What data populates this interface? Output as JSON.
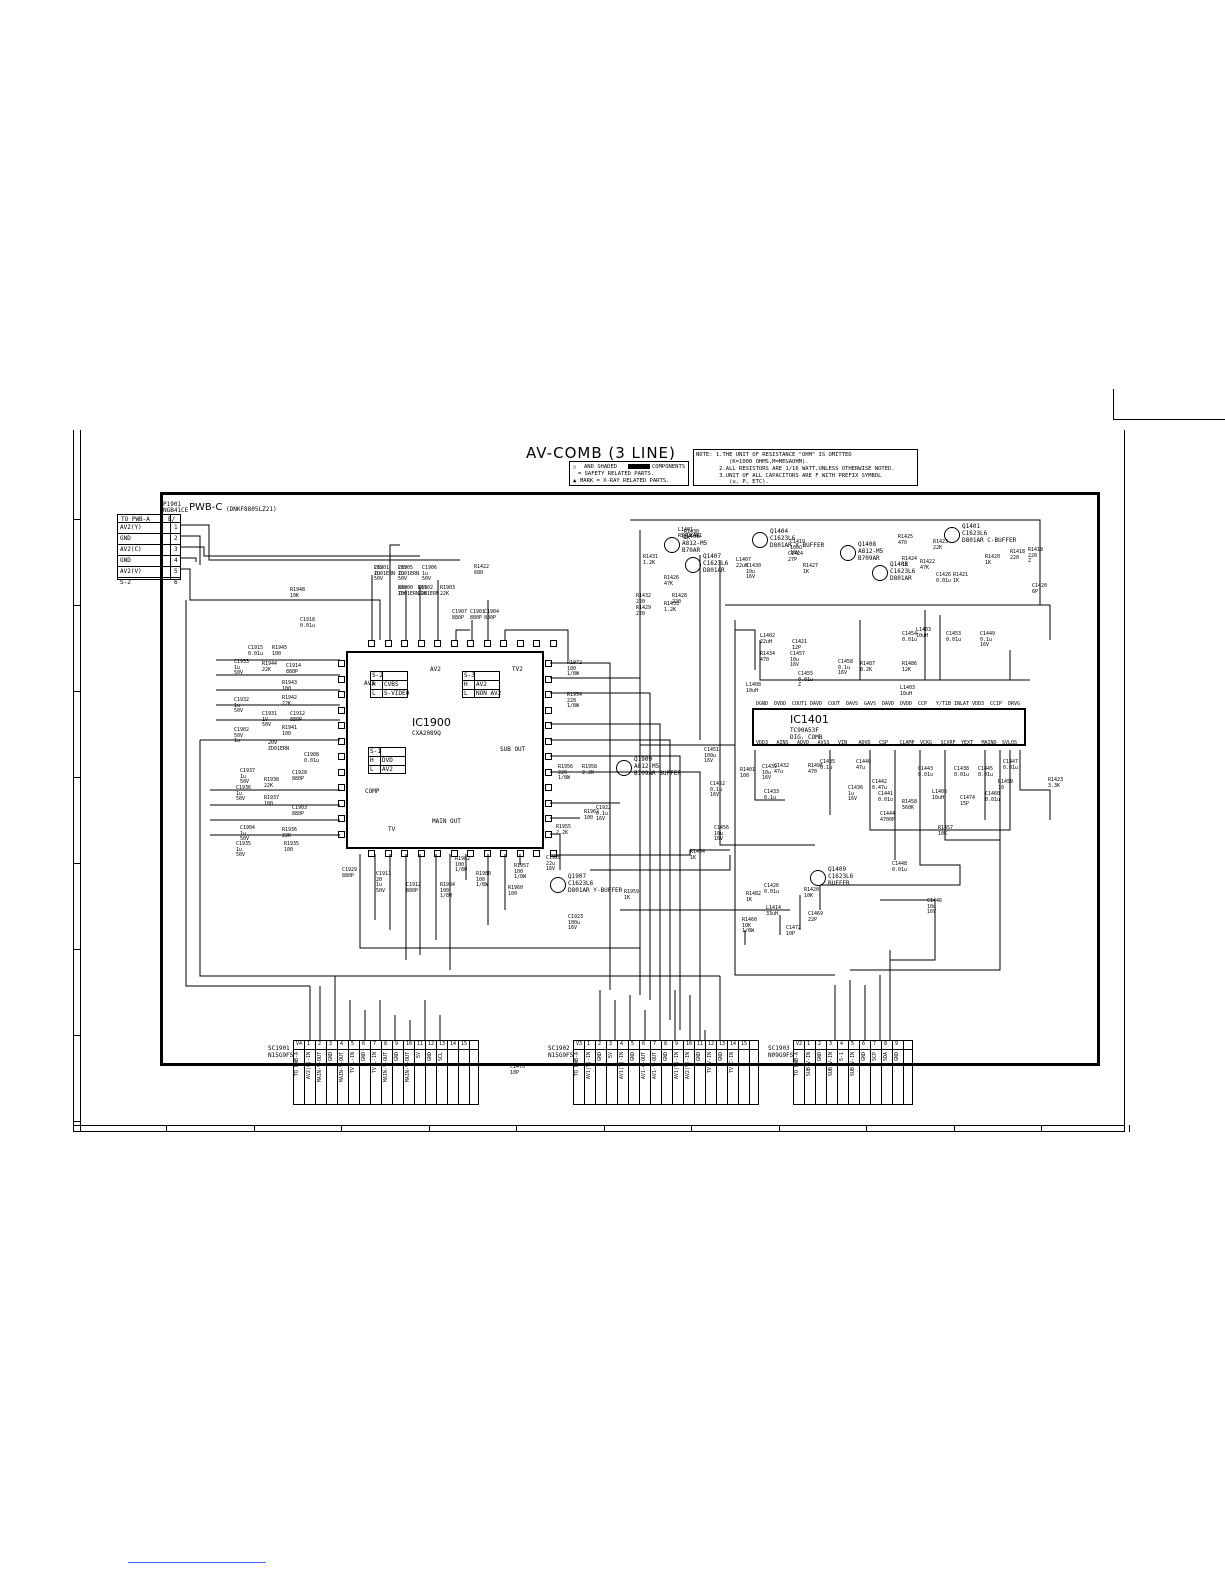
{
  "title": "AV-COMB (3 LINE)",
  "board": {
    "name": "PWB-C",
    "code": "(DNKF8805LZ21)"
  },
  "notes": {
    "lines": [
      "NOTE: 1.THE UNIT OF RESISTANCE \"OHM\" IS OMITTED",
      "          (K=1000 OHMS,M=MEGAOHM).",
      "       2.ALL RESISTORS ARE 1/16 WATT,UNLESS OTHERWISE NOTED.",
      "       3.UNIT OF ALL CAPACITORS ARE F WITH PREFIX SYMBOL",
      "          (u, P, ETC)."
    ]
  },
  "safety_notes": {
    "line1": "AND SHADED",
    "line1b": "COMPONENTS",
    "line2": "= SAFETY RELATED PARTS.",
    "line3": "MARK = X-RAY RELATED PARTS."
  },
  "connector_top": {
    "header": "TO PWB-A",
    "ref": "P1901",
    "part": "NGB41CE",
    "col2": "E/",
    "pins": [
      {
        "name": "AV2(Y)",
        "num": "1"
      },
      {
        "name": "GND",
        "num": "2"
      },
      {
        "name": "AV2(C)",
        "num": "3"
      },
      {
        "name": "GND",
        "num": "4"
      },
      {
        "name": "AV2(V)",
        "num": "5"
      },
      {
        "name": "S-2",
        "num": "6"
      }
    ]
  },
  "ic1900": {
    "ref": "IC1900",
    "part": "CXA2089Q",
    "labels": [
      "AV1",
      "AV2",
      "S-2",
      "S-3",
      "TV2",
      "SUB OUT",
      "COMP",
      "MAIN OUT",
      "TV",
      "S-1"
    ],
    "table1": [
      [
        "S-2",
        ""
      ],
      [
        "H",
        "CVBS"
      ],
      [
        "L",
        "S-VIDEO"
      ]
    ],
    "table2": [
      [
        "S-3",
        ""
      ],
      [
        "H",
        "AV2"
      ],
      [
        "L",
        "NON AV2"
      ]
    ],
    "table3": [
      [
        "S-1",
        ""
      ],
      [
        "H",
        "DVD"
      ],
      [
        "L",
        "AV2"
      ]
    ]
  },
  "ic1401": {
    "ref": "IC1401",
    "part": "TC90A53F",
    "desc": "DIG. COMB",
    "top_pins": [
      "DGND",
      "DVDD",
      "COUT1",
      "DAVD",
      "COUT",
      "DAVS",
      "GAVS",
      "DAVD",
      "DVDD",
      "CCP",
      "Y/T1B",
      "INLAT",
      "VDD3",
      "CCIP",
      "DRVG"
    ],
    "bottom_pins": [
      "VDD3",
      "AINS",
      "ADVD",
      "AVSS",
      "VIN",
      "ADVD",
      "CSP",
      "CLAMP",
      "VCKG",
      "SCVRF",
      "YEXT",
      "MAIND",
      "SVLOS"
    ]
  },
  "transistors": [
    {
      "ref": "Q1406",
      "part": "A812-M5",
      "desc": "B70AR"
    },
    {
      "ref": "Q1407",
      "part": "C1623L6",
      "desc": "D801AR"
    },
    {
      "ref": "Q1404",
      "part": "C1623L6",
      "desc": "D801AR Y-BUFFER"
    },
    {
      "ref": "Q1408",
      "part": "A812-M5",
      "desc": "B709AR"
    },
    {
      "ref": "Q1405",
      "part": "C1623L6",
      "desc": "D801AR"
    },
    {
      "ref": "Q1401",
      "part": "C1623L6",
      "desc": "D801AR C-BUFFER"
    },
    {
      "ref": "Q1909",
      "part": "A812-M5",
      "desc": "B709AR BUFFER"
    },
    {
      "ref": "Q1907",
      "part": "C1623L6",
      "desc": "D801AR Y-BUFFER"
    },
    {
      "ref": "Q1409",
      "part": "C1623L6",
      "desc": "BUFFER"
    }
  ],
  "connectors_bottom": [
    {
      "ref": "SC1901",
      "part": "N15G9FS",
      "header": "TO PWB-A",
      "pins": [
        "V4",
        "1",
        "2",
        "3",
        "4",
        "5",
        "6",
        "7",
        "8",
        "9",
        "10",
        "11",
        "12",
        "13",
        "14",
        "15"
      ],
      "labels": [
        "AV2(C)-IN",
        "MAIN-V-OUT",
        "GND",
        "MAIN-V-OUT",
        "TV-L-IN",
        "GND",
        "TV-L-IN",
        "MAIN-V-OUT",
        "GND",
        "MAIN-V-OUT",
        "5V",
        "GND",
        "SCL"
      ]
    },
    {
      "ref": "SC1902",
      "part": "N15G9FS",
      "header": "TO PWB-A",
      "pins": [
        "V3",
        "1",
        "2",
        "3",
        "4",
        "5",
        "6",
        "7",
        "8",
        "9",
        "10",
        "11",
        "12",
        "13",
        "14",
        "15"
      ],
      "labels": [
        "AV1(V)-IN",
        "GND",
        "5V",
        "AV1(Y)-IN",
        "GND",
        "AV1-C-OUT",
        "AV1-Y-OUT",
        "GND",
        "AV1(V)-IN",
        "AV2(V)-IN",
        "GND",
        "TV-V-IN",
        "GND",
        "TV-C-IN"
      ]
    },
    {
      "ref": "SC1903",
      "part": "N09G9FS",
      "header": "TO PWB-A",
      "pins": [
        "V2",
        "1",
        "2",
        "3",
        "4",
        "5",
        "6",
        "7",
        "8",
        "9"
      ],
      "labels": [
        "SUB-V-IN",
        "GND",
        "SUB-V-IN",
        "S-1",
        "SUB-V-IN",
        "GND",
        "SCP",
        "SDA",
        "GND"
      ]
    }
  ],
  "components_text": [
    "C1901 1u 50V",
    "R1900 100",
    "C1905 1u 50V",
    "R1902 22K",
    "C1906 1u 50V",
    "R1903 22K",
    "C1907 880P",
    "C1901 880P",
    "C1904 880P",
    "R1948 10K",
    "C1918 0.01u",
    "C1915 0.01u",
    "R1945 100",
    "C1933 1u 50V",
    "R1944 22K",
    "C1914 880P",
    "R1943 100",
    "C1932 1u 50V",
    "R1942 22K",
    "C1931 1V 50V",
    "C1912 880P",
    "R1941 100",
    "C1902 50V 1u",
    "209 ZD01ERN",
    "C1908 0.01u",
    "C1937 1u 50V",
    "R1938 22K",
    "C1928 880P",
    "R1937 100",
    "C1936 1u 50V",
    "C1903 880P",
    "C1904 1u 50V",
    "R1936 22K",
    "C1935 1u 50V",
    "R1935 100",
    "C1929 880P",
    "C1911 20 1u 50V",
    "C1912 880P",
    "R1984 100 1/8W",
    "R1982 100 1/8W",
    "R1980 100 1/8W",
    "R1960 100",
    "R1957 100 1/8W",
    "C1926 22u 16V",
    "R1972 100 1/8W",
    "R1954 220 1/8W",
    "R1956 220 1/8W",
    "R1958 2.2K",
    "R1955 2.2K",
    "R1962 100",
    "C1922 0.1u 16V",
    "C1923 100u 16V",
    "R1959 1K",
    "R1404 1K",
    "L1401 RS4UK4B1",
    "R1430 1K",
    "R1426 47K",
    "R1428 220",
    "R1433 1.2K",
    "R1432 220",
    "R1429 220",
    "R1431 1.2K",
    "C1419 100u 16V",
    "L1407 22uH",
    "C1430 10u 16V",
    "C1424 27P",
    "R1427 1K",
    "R1425 470",
    "R1424 1K",
    "R1423 22K",
    "R1422 47K",
    "C1426 0.01u",
    "R1421 1K",
    "R1420 1K",
    "R1418 220",
    "R1419 220 Z",
    "C1420 6P",
    "L1402 22uH",
    "C1421 12P",
    "R1434 470",
    "L1408 10uH",
    "C1455 0.01u Z",
    "C1457 10u 16V",
    "C1458 0.1u 16V",
    "R1487 8.2K",
    "R1486 12K",
    "C1454 0.01u",
    "C1453 0.01u",
    "C1449 0.1u 16V",
    "L1403 10uH",
    "C1451 100u 16V",
    "C1452 0.1u 16V",
    "C1456 10u 16V",
    "C1439 10u 16V",
    "R1401 100",
    "C1433 0.1u",
    "C1432 47u",
    "R1496 470",
    "C1435 0.1u",
    "C1440 47u",
    "C1436 1u 16V",
    "C1441 0.01u",
    "C1442 0.47u",
    "C1444 4700P",
    "C1443 0.01u",
    "R1458 560K",
    "L1406 10uH",
    "C1438 0.01u",
    "C1474 15P",
    "R1457 10K",
    "C1445 0.01u",
    "C1460 0.01u",
    "R1459 10",
    "C1447 0.01u",
    "C1448 0.01u",
    "C1446 10u 16V",
    "R1482 1K",
    "C1426 0.01u",
    "R1460 10K 1/8W",
    "L1414 33uH",
    "C1472 10P",
    "R1420 10K",
    "C1469 22P",
    "L1403 10uH",
    "R1423 3.3K",
    "C1470 10P",
    "R1422 680",
    "202 ZD01ERN",
    "308 ZD01ERN",
    "203 ZD01ERN",
    "201 ZD01ERN"
  ]
}
